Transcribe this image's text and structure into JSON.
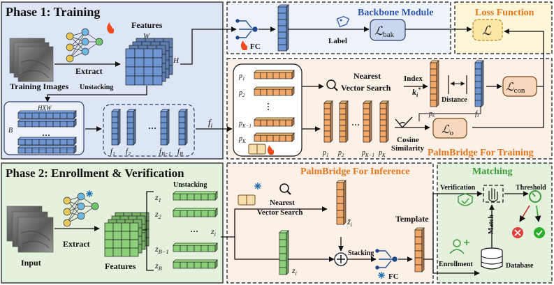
{
  "phase1": {
    "title": "Phase 1: Training",
    "features_label": "Features",
    "w_label": "W",
    "h_label": "H",
    "extract_label": "Extract",
    "training_images_label": "Training Images",
    "unstacking_label": "Unstacking",
    "hxw_label": "HXW",
    "b_label": "B",
    "dots": "…",
    "f_labels": [
      "f",
      "f",
      "f",
      "f"
    ],
    "f_subs": [
      "1",
      "2",
      "B−1",
      "B"
    ],
    "fi_label": "f",
    "fi_sub": "i"
  },
  "backbone": {
    "title": "Backbone Module",
    "fc_label": "FC",
    "label_text": "Label",
    "loss_symbol": "ℒ",
    "loss_sub": "bak"
  },
  "loss_function": {
    "title": "Loss Function",
    "symbol": "ℒ"
  },
  "palmbridge_training": {
    "title": "PalmBridge For Training",
    "p_labels": [
      "p",
      "p",
      "p",
      "p"
    ],
    "p_subs": [
      "1",
      "2",
      "K−1",
      "K"
    ],
    "nearest_label_1": "Nearest",
    "nearest_label_2": "Vector Search",
    "index_label": "Index",
    "k_label": "k",
    "k_sub": "i",
    "k_sup": "*",
    "pk_label": "p",
    "pk_sub": "k",
    "distance_label": "Distance",
    "fi_label": "f",
    "fi_sub": "i",
    "lcon_symbol": "ℒ",
    "lcon_sub": "con",
    "lo_symbol": "ℒ",
    "lo_sub": "o",
    "cosine_1": "Cosine",
    "cosine_2": "Similarity",
    "bottom_p_labels": [
      "p",
      "p",
      "p",
      "p"
    ],
    "bottom_p_subs": [
      "1",
      "2",
      "K−1",
      "K"
    ]
  },
  "phase2": {
    "title": "Phase 2: Enrollment & Verification",
    "unstacking_label": "Unstacking",
    "z_labels": [
      "z",
      "z",
      "z",
      "z"
    ],
    "z_subs": [
      "1",
      "2",
      "B−1",
      "B"
    ],
    "zi_label": "z",
    "zi_sub": "i",
    "extract_label": "Extract",
    "input_label": "Input",
    "features_label": "Features"
  },
  "palmbridge_inference": {
    "title": "PalmBridge For Inference",
    "nearest_label_1": "Nearest",
    "nearest_label_2": "Vector Search",
    "zt_label": "z̃",
    "zt_sub": "i",
    "zi_label": "z",
    "zi_sub": "i",
    "stacking_label": "Stacking",
    "template_label": "Template",
    "fc_label": "FC"
  },
  "matching": {
    "title": "Matching",
    "verification_label": "Verification",
    "threshold_label": "Threshold",
    "match_label": "Match",
    "enrollment_label": "Enrollment",
    "database_label": "Database"
  },
  "colors": {
    "phase1_bg": "#dde6f5",
    "phase2_bg": "#e4f1dc",
    "pb_train_bg": "#fdf0e6",
    "loss_bg": "#fdf6d8",
    "blue_cell": "#6f95d3",
    "orange_cell": "#f0a768",
    "green_cell": "#8cd17a",
    "orange_title": "#e0761e",
    "blue_title": "#2f56b0",
    "green_title": "#3d9a3d"
  }
}
